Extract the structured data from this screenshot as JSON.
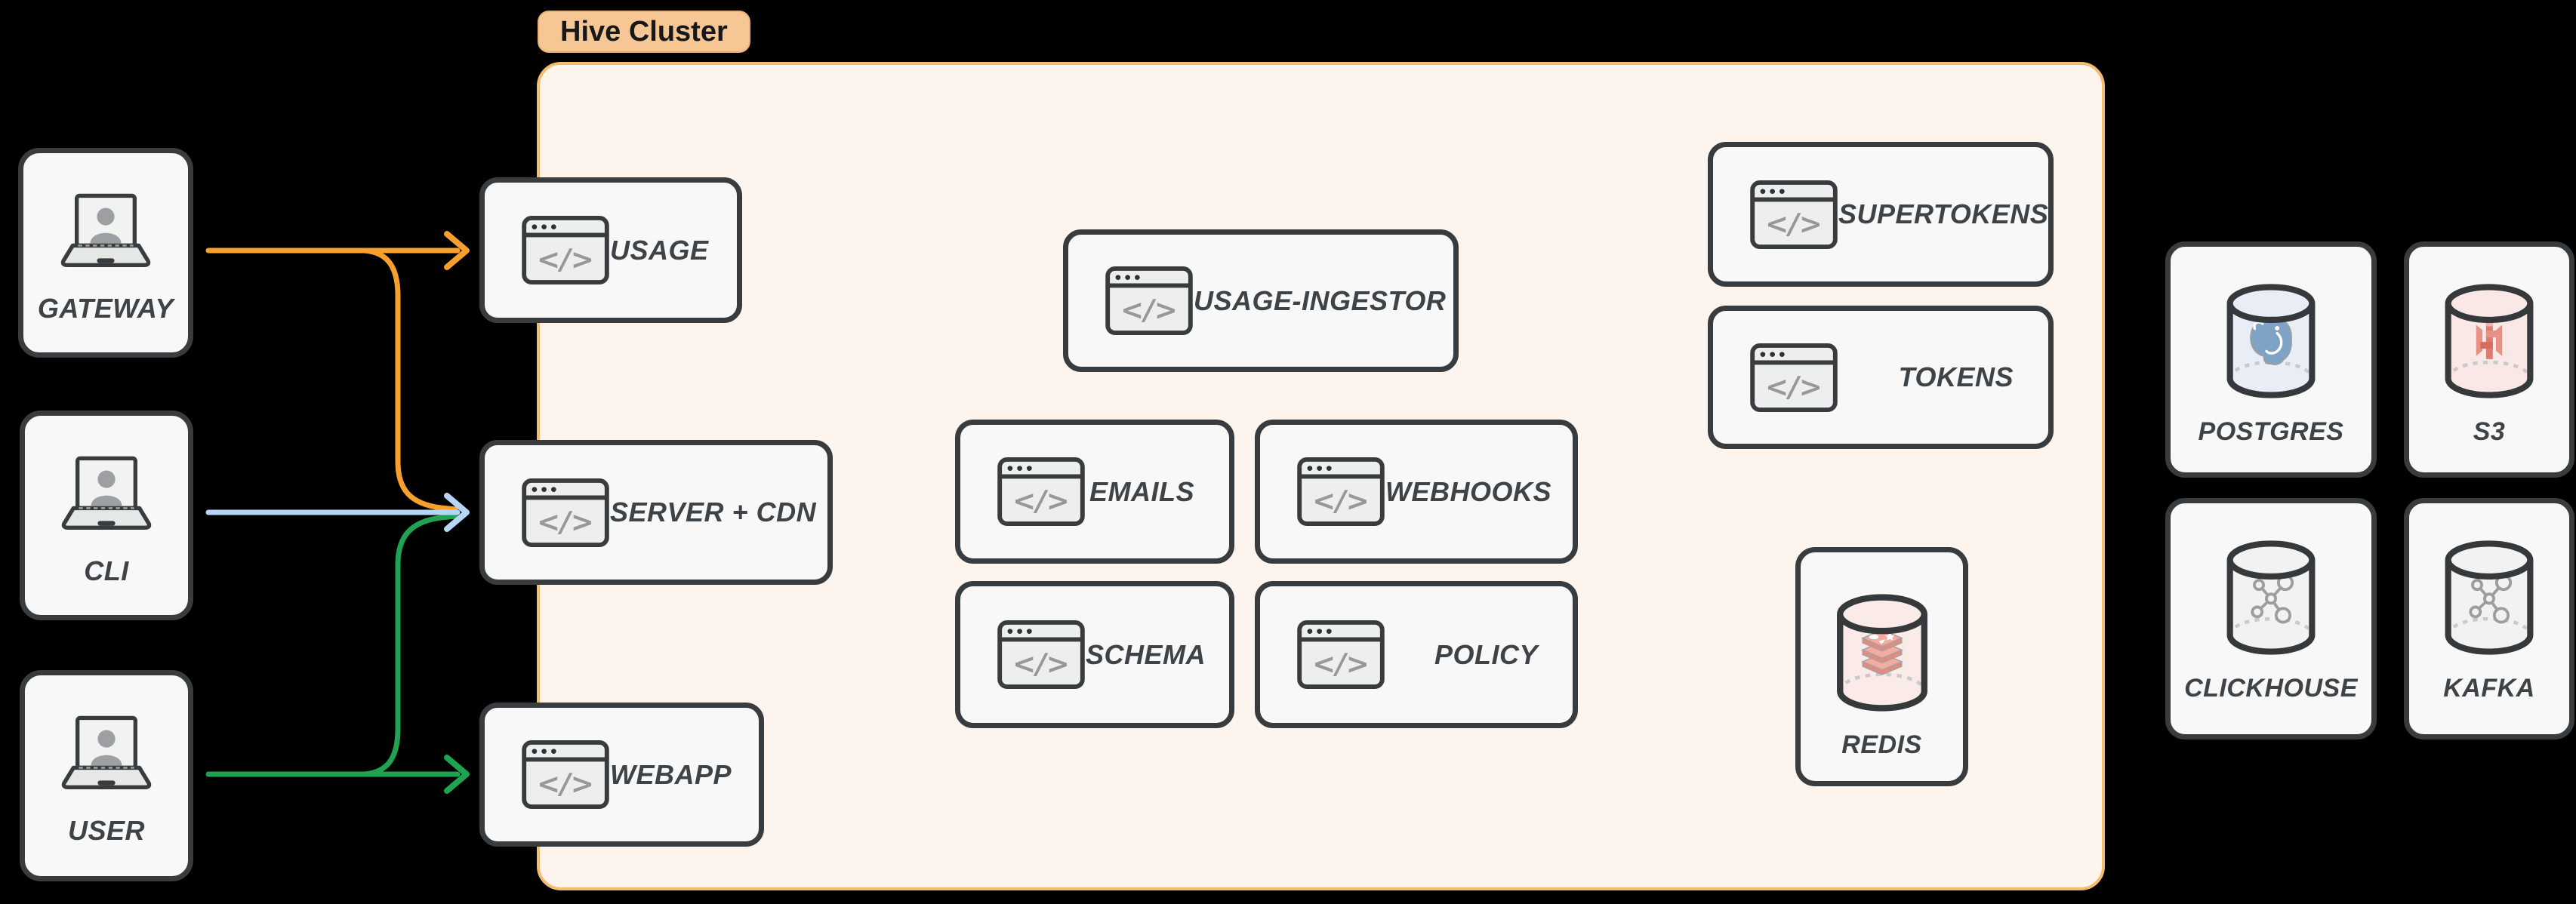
{
  "cluster": {
    "label": "Hive Cluster"
  },
  "nodes": {
    "gateway": {
      "label": "GATEWAY"
    },
    "cli": {
      "label": "CLI"
    },
    "user": {
      "label": "USER"
    },
    "usage": {
      "label": "USAGE"
    },
    "server_cdn": {
      "label": "SERVER + CDN"
    },
    "webapp": {
      "label": "WEBAPP"
    },
    "usage_ingestor": {
      "label": "USAGE-INGESTOR"
    },
    "emails": {
      "label": "EMAILS"
    },
    "webhooks": {
      "label": "WEBHOOKS"
    },
    "schema": {
      "label": "SCHEMA"
    },
    "policy": {
      "label": "POLICY"
    },
    "supertokens": {
      "label": "SUPERTOKENS"
    },
    "tokens": {
      "label": "TOKENS"
    },
    "redis": {
      "label": "REDIS"
    },
    "postgres": {
      "label": "POSTGRES"
    },
    "s3": {
      "label": "S3"
    },
    "clickhouse": {
      "label": "CLICKHOUSE"
    },
    "kafka": {
      "label": "KAFKA"
    }
  },
  "edges": [
    {
      "from": "GATEWAY",
      "to": "USAGE",
      "color": "#F7A02E"
    },
    {
      "from": "GATEWAY",
      "to": "SERVER + CDN",
      "color": "#F7A02E"
    },
    {
      "from": "CLI",
      "to": "SERVER + CDN",
      "color": "#B5D7F5"
    },
    {
      "from": "USER",
      "to": "SERVER + CDN",
      "color": "#1FA351"
    },
    {
      "from": "USER",
      "to": "WEBAPP",
      "color": "#1FA351"
    }
  ],
  "colors": {
    "background": "#000000",
    "orange": "#F7A02E",
    "blue": "#B5D7F5",
    "green": "#1FA351",
    "cluster_fill": "#FDF4ED",
    "cluster_border": "#F2BC72",
    "badge_fill": "#F6C795",
    "node_fill": "#F7F8F7",
    "node_border": "#393C3E",
    "label_text": "#3E4347"
  }
}
